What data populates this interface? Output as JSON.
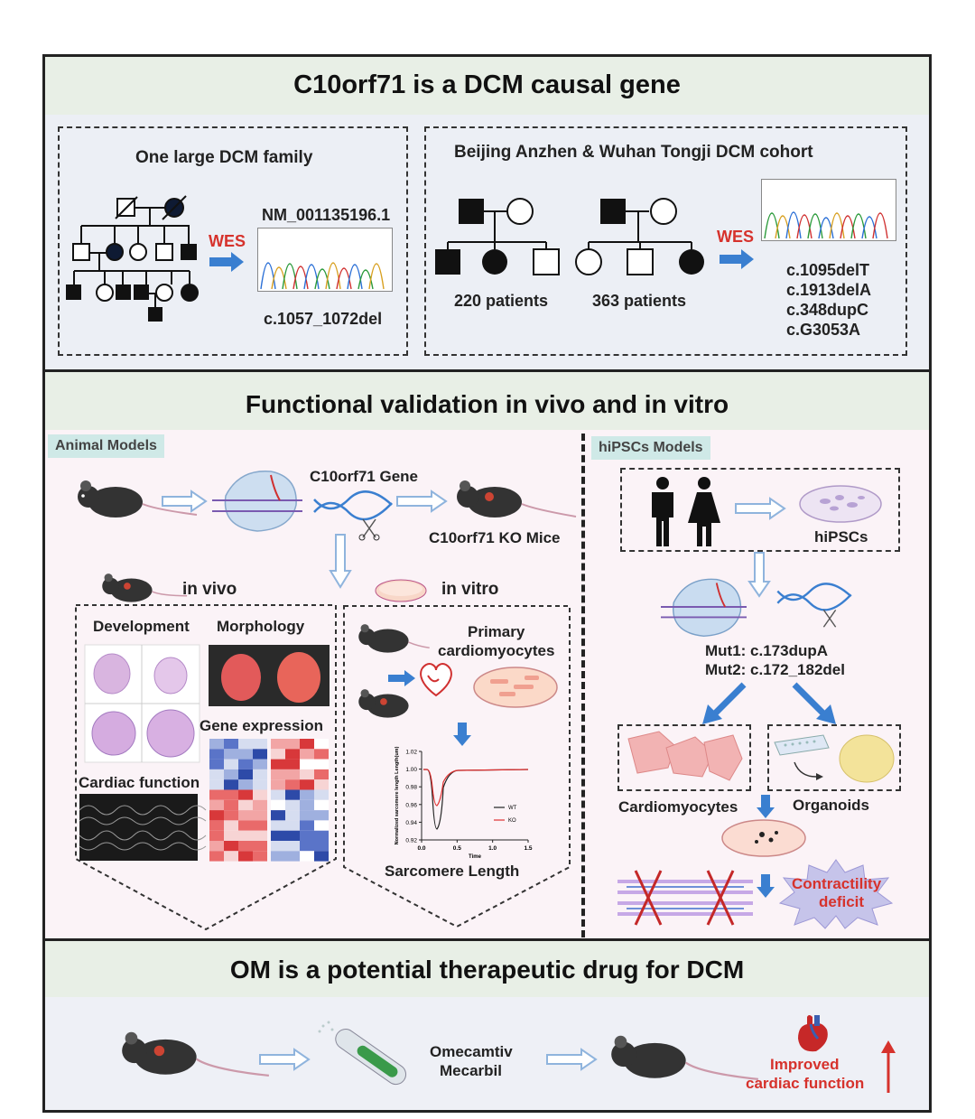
{
  "section1": {
    "title": "C10orf71 is a DCM causal gene",
    "family_title": "One large DCM family",
    "wes_left": "WES",
    "transcript": "NM_001135196.1",
    "family_variant": "c.1057_1072del",
    "cohort_title": "Beijing Anzhen & Wuhan Tongji DCM cohort",
    "wes_right": "WES",
    "cohort1": "220 patients",
    "cohort2": "363 patients",
    "variants": [
      "c.1095delT",
      "c.1913delA",
      "c.348dupC",
      "c.G3053A"
    ]
  },
  "section2": {
    "title": "Functional validation in vivo and in vitro",
    "animal_tag": "Animal Models",
    "hipsc_tag": "hiPSCs Models",
    "gene_label": "C10orf71 Gene",
    "ko_label": "C10orf71 KO Mice",
    "in_vivo": "in vivo",
    "in_vitro": "in vitro",
    "development": "Development",
    "morphology": "Morphology",
    "gene_expression": "Gene expression",
    "cardiac_function": "Cardiac function",
    "primary_cm": [
      "Primary",
      "cardiomyocytes"
    ],
    "sarcomere_title": "Sarcomere Length",
    "hipscs_label": "hiPSCs",
    "mut1": "Mut1: c.173dupA",
    "mut2": "Mut2: c.172_182del",
    "cardiomyocytes": "Cardiomyocytes",
    "organoids": "Organoids",
    "contractility": [
      "Contractility",
      "deficit"
    ]
  },
  "sarcomere_chart": {
    "ylabel": "Normalized sarcomere length  Length(um)",
    "xlabel": "Time",
    "xticks": [
      "0.0",
      "0.5",
      "1.0",
      "1.5"
    ],
    "yticks": [
      "0.92",
      "0.94",
      "0.96",
      "0.98",
      "1.00",
      "1.02"
    ],
    "legend": [
      {
        "name": "WT",
        "color": "#222222"
      },
      {
        "name": "KO",
        "color": "#e03030"
      }
    ]
  },
  "section3": {
    "title": "OM is a potential therapeutic drug for DCM",
    "drug": [
      "Omecamtiv",
      "Mecarbil"
    ],
    "outcome": [
      "Improved",
      "cardiac function"
    ]
  },
  "colors": {
    "header_bg": "#e8efe6",
    "section1_bg": "#eceff5",
    "panel_bg": "#fbf3f7",
    "arrow_blue": "#3a7fd0",
    "accent_red": "#d6322c"
  }
}
